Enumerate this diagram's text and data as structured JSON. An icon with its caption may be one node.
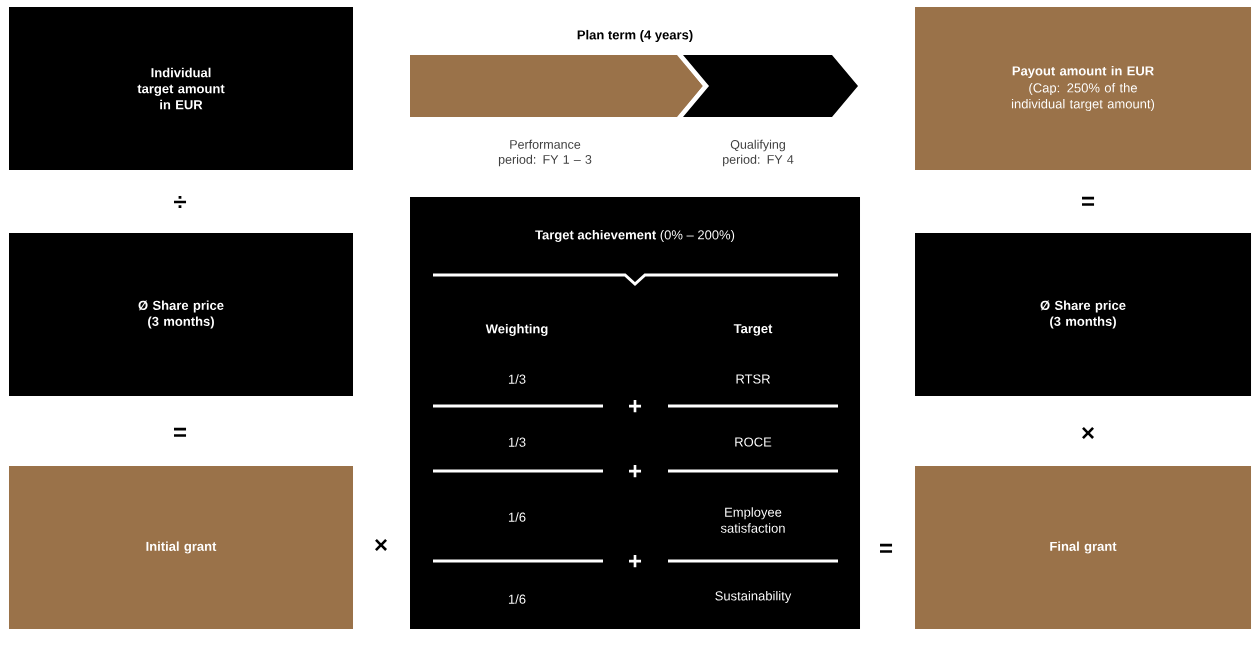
{
  "diagram": {
    "nodes": [
      {
        "text": [
          "Individual target amount in EUR"
        ]
      },
      {
        "text": [],
        "shape": "chevron",
        "beside": [
          "Performance period: FY 1 – 3"
        ]
      },
      {
        "text": [],
        "shape": "chevron",
        "beside": [
          "Qualifying period: FY 4"
        ]
      },
      {
        "text": [
          "Payout amount in EUR",
          "(Cap: 250% of the individual target amount)"
        ]
      },
      {
        "text": [
          "Ø Share price (3 months)"
        ]
      },
      {
        "text": [
          "**Target achievement** (0% – 200%)"
        ]
      },
      {
        "text": [
          "Ø Share price (3 months)"
        ]
      },
      {
        "text": [
          "Initial grant"
        ]
      },
      {
        "text": [
          "Final grant"
        ]
      }
    ],
    "labels": [
      "Plan term (4 years)",
      "÷",
      "=",
      "Weighting",
      "Target",
      "1/3",
      "RTSR",
      "+",
      "=",
      "×",
      "1/3",
      "ROCE",
      "+",
      "1/6",
      "Employee satisfaction",
      "×",
      "=",
      "+",
      "1/6",
      "Sustainability"
    ]
  }
}
